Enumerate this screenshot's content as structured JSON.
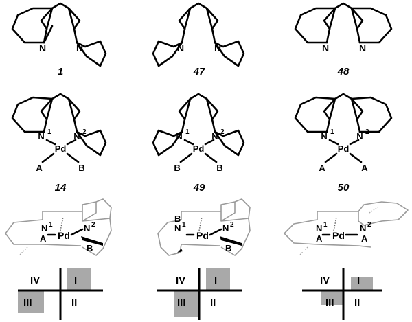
{
  "compounds": [
    {
      "id": "c1",
      "label": "1"
    },
    {
      "id": "c47",
      "label": "47"
    },
    {
      "id": "c48",
      "label": "48"
    }
  ],
  "complexes": [
    {
      "label": "14",
      "left_ligand": "A",
      "right_ligand": "B"
    },
    {
      "label": "49",
      "left_ligand": "B",
      "right_ligand": "B"
    },
    {
      "label": "50",
      "left_ligand": "A",
      "right_ligand": "A"
    }
  ],
  "atoms": {
    "nitrogen": "N",
    "palladium": "Pd",
    "n1_superscript": "1",
    "n2_superscript": "2"
  },
  "quadrants": [
    "IV",
    "I",
    "III",
    "II"
  ]
}
